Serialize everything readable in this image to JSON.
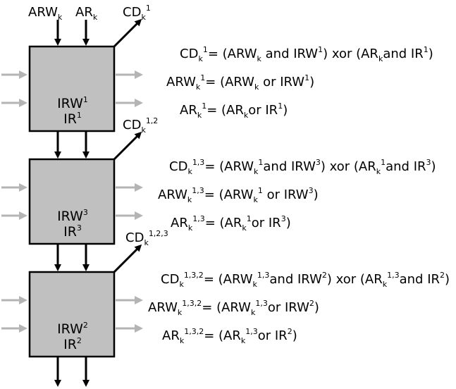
{
  "inputs": {
    "arw": {
      "base": "ARW",
      "sub": "k"
    },
    "ar": {
      "base": "AR",
      "sub": "k"
    }
  },
  "blocks": [
    {
      "irw": {
        "base": "IRW",
        "sup": "1"
      },
      "ir": {
        "base": "IR",
        "sup": "1"
      }
    },
    {
      "irw": {
        "base": "IRW",
        "sup": "3"
      },
      "ir": {
        "base": "IR",
        "sup": "3"
      }
    },
    {
      "irw": {
        "base": "IRW",
        "sup": "2"
      },
      "ir": {
        "base": "IR",
        "sup": "2"
      }
    }
  ],
  "cd_outputs": [
    {
      "base": "CD",
      "sub": "k",
      "sup": "1"
    },
    {
      "base": "CD",
      "sub": "k",
      "sup": "1,2"
    },
    {
      "base": "CD",
      "sub": "k",
      "sup": "1,2,3"
    }
  ],
  "equations": [
    {
      "cd": {
        "lhs": {
          "base": "CD",
          "sub": "k",
          "sup": "1"
        },
        "a1": {
          "base": "ARW",
          "sub": "k"
        },
        "op1": " and ",
        "b1": {
          "base": "IRW",
          "sup": "1"
        },
        "mid": ") xor (",
        "a2": {
          "base": "AR",
          "sub": "k"
        },
        "op2": "and ",
        "b2": {
          "base": "IR",
          "sup": "1"
        }
      },
      "arw": {
        "lhs": {
          "base": "ARW",
          "sub": "k",
          "sup": "1"
        },
        "a": {
          "base": "ARW",
          "sub": "k"
        },
        "op": " or ",
        "b": {
          "base": "IRW",
          "sup": "1"
        }
      },
      "ar": {
        "lhs": {
          "base": "AR",
          "sub": "k",
          "sup": "1"
        },
        "a": {
          "base": "AR",
          "sub": "k"
        },
        "op": "or ",
        "b": {
          "base": "IR",
          "sup": "1"
        }
      }
    },
    {
      "cd": {
        "lhs": {
          "base": "CD",
          "sub": "k",
          "sup": "1,3"
        },
        "a1": {
          "base": "ARW",
          "sub": "k",
          "sup": "1"
        },
        "op1": "and ",
        "b1": {
          "base": "IRW",
          "sup": "3"
        },
        "mid": ") xor (",
        "a2": {
          "base": "AR",
          "sub": "k",
          "sup": "1"
        },
        "op2": "and ",
        "b2": {
          "base": "IR",
          "sup": "3"
        }
      },
      "arw": {
        "lhs": {
          "base": "ARW",
          "sub": "k",
          "sup": "1,3"
        },
        "a": {
          "base": "ARW",
          "sub": "k",
          "sup": "1"
        },
        "op": " or ",
        "b": {
          "base": "IRW",
          "sup": "3"
        }
      },
      "ar": {
        "lhs": {
          "base": "AR",
          "sub": "k",
          "sup": "1,3"
        },
        "a": {
          "base": "AR",
          "sub": "k",
          "sup": "1"
        },
        "op": "or ",
        "b": {
          "base": "IR",
          "sup": "3"
        }
      }
    },
    {
      "cd": {
        "lhs": {
          "base": "CD",
          "sub": "k",
          "sup": "1,3,2"
        },
        "a1": {
          "base": "ARW",
          "sub": "k",
          "sup": "1,3"
        },
        "op1": "and ",
        "b1": {
          "base": "IRW",
          "sup": "2"
        },
        "mid": ") xor (",
        "a2": {
          "base": "AR",
          "sub": "k",
          "sup": "1,3"
        },
        "op2": "and ",
        "b2": {
          "base": "IR",
          "sup": "2"
        }
      },
      "arw": {
        "lhs": {
          "base": "ARW",
          "sub": "k",
          "sup": "1,3,2"
        },
        "a": {
          "base": "ARW",
          "sub": "k",
          "sup": "1,3"
        },
        "op": "or ",
        "b": {
          "base": "IRW",
          "sup": "2"
        }
      },
      "ar": {
        "lhs": {
          "base": "AR",
          "sub": "k",
          "sup": "1,3,2"
        },
        "a": {
          "base": "AR",
          "sub": "k",
          "sup": "1,3"
        },
        "op": "or ",
        "b": {
          "base": "IR",
          "sup": "2"
        }
      }
    }
  ],
  "colors": {
    "block_fill": "#c0c0c0",
    "side_arrow": "#b4b4b4",
    "line": "#000000"
  }
}
